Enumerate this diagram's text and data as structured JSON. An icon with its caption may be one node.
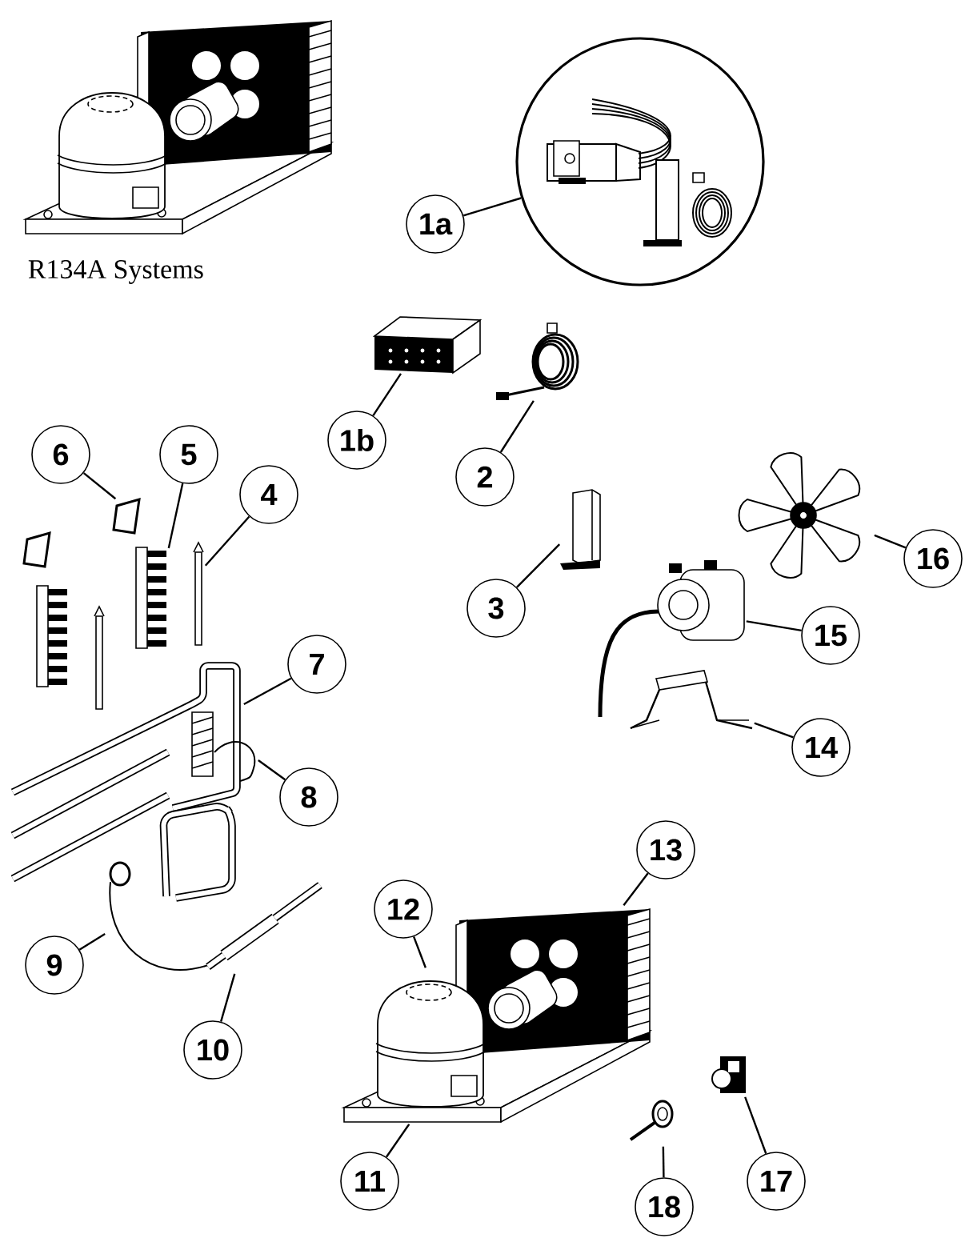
{
  "diagram": {
    "nodes": [
      {
        "text": [
          "1a"
        ]
      },
      {
        "text": [
          "1b"
        ]
      },
      {
        "text": [
          "2"
        ]
      },
      {
        "text": [
          "3"
        ]
      },
      {
        "text": [
          "4"
        ]
      },
      {
        "text": [
          "5"
        ]
      },
      {
        "text": [
          "6"
        ]
      },
      {
        "text": [
          "7"
        ]
      },
      {
        "text": [
          "8"
        ]
      },
      {
        "text": [
          "9"
        ]
      },
      {
        "text": [
          "10"
        ]
      },
      {
        "text": [
          "11"
        ]
      },
      {
        "text": [
          "12"
        ]
      },
      {
        "text": [
          "13"
        ]
      },
      {
        "text": [
          "14"
        ]
      },
      {
        "text": [
          "15"
        ]
      },
      {
        "text": [
          "16"
        ]
      },
      {
        "text": [
          "17"
        ]
      },
      {
        "text": [
          "18"
        ]
      },
      {
        "text": [],
        "shape": "circle"
      },
      {
        "text": [],
        "shape": "picture"
      },
      {
        "text": [],
        "shape": "picture"
      },
      {
        "text": [],
        "shape": "picture"
      },
      {
        "text": [],
        "shape": "bar"
      },
      {
        "text": [],
        "shape": "picture"
      },
      {
        "text": [],
        "shape": "box"
      },
      {
        "text": [],
        "shape": "picture"
      },
      {
        "text": [],
        "shape": "picture"
      },
      {
        "text": [],
        "shape": "picture"
      },
      {
        "text": [],
        "shape": "picture"
      },
      {
        "text": [],
        "shape": "picture"
      },
      {
        "text": [],
        "shape": "picture"
      },
      {
        "text": [],
        "shape": "picture"
      },
      {
        "text": [],
        "shape": "picture"
      },
      {
        "text": [],
        "shape": "picture"
      },
      {
        "text": [],
        "shape": "picture"
      },
      {
        "text": [],
        "shape": "picture"
      },
      {
        "text": [],
        "shape": "picture"
      }
    ],
    "edges": [
      {
        "from": 0,
        "to": 19,
        "arrow": "none"
      },
      {
        "from": 1,
        "to": 20,
        "arrow": "none"
      },
      {
        "from": 2,
        "to": 21,
        "arrow": "none"
      },
      {
        "from": 3,
        "to": 22,
        "arrow": "none"
      },
      {
        "from": 4,
        "to": 23,
        "arrow": "none"
      },
      {
        "from": 5,
        "to": 24,
        "arrow": "none"
      },
      {
        "from": 6,
        "to": 25,
        "arrow": "none"
      },
      {
        "from": 7,
        "to": 26,
        "arrow": "none"
      },
      {
        "from": 8,
        "to": 27,
        "arrow": "none"
      },
      {
        "from": 9,
        "to": 28,
        "arrow": "none"
      },
      {
        "from": 10,
        "to": 29,
        "arrow": "none"
      },
      {
        "from": 11,
        "to": 30,
        "arrow": "none"
      },
      {
        "from": 12,
        "to": 31,
        "arrow": "none"
      },
      {
        "from": 13,
        "to": 32,
        "arrow": "none"
      },
      {
        "from": 14,
        "to": 33,
        "arrow": "none"
      },
      {
        "from": 15,
        "to": 34,
        "arrow": "none"
      },
      {
        "from": 16,
        "to": 35,
        "arrow": "none"
      },
      {
        "from": 17,
        "to": 36,
        "arrow": "none"
      },
      {
        "from": 18,
        "to": 37,
        "arrow": "none"
      }
    ],
    "labels": [
      "R134A Systems"
    ]
  }
}
